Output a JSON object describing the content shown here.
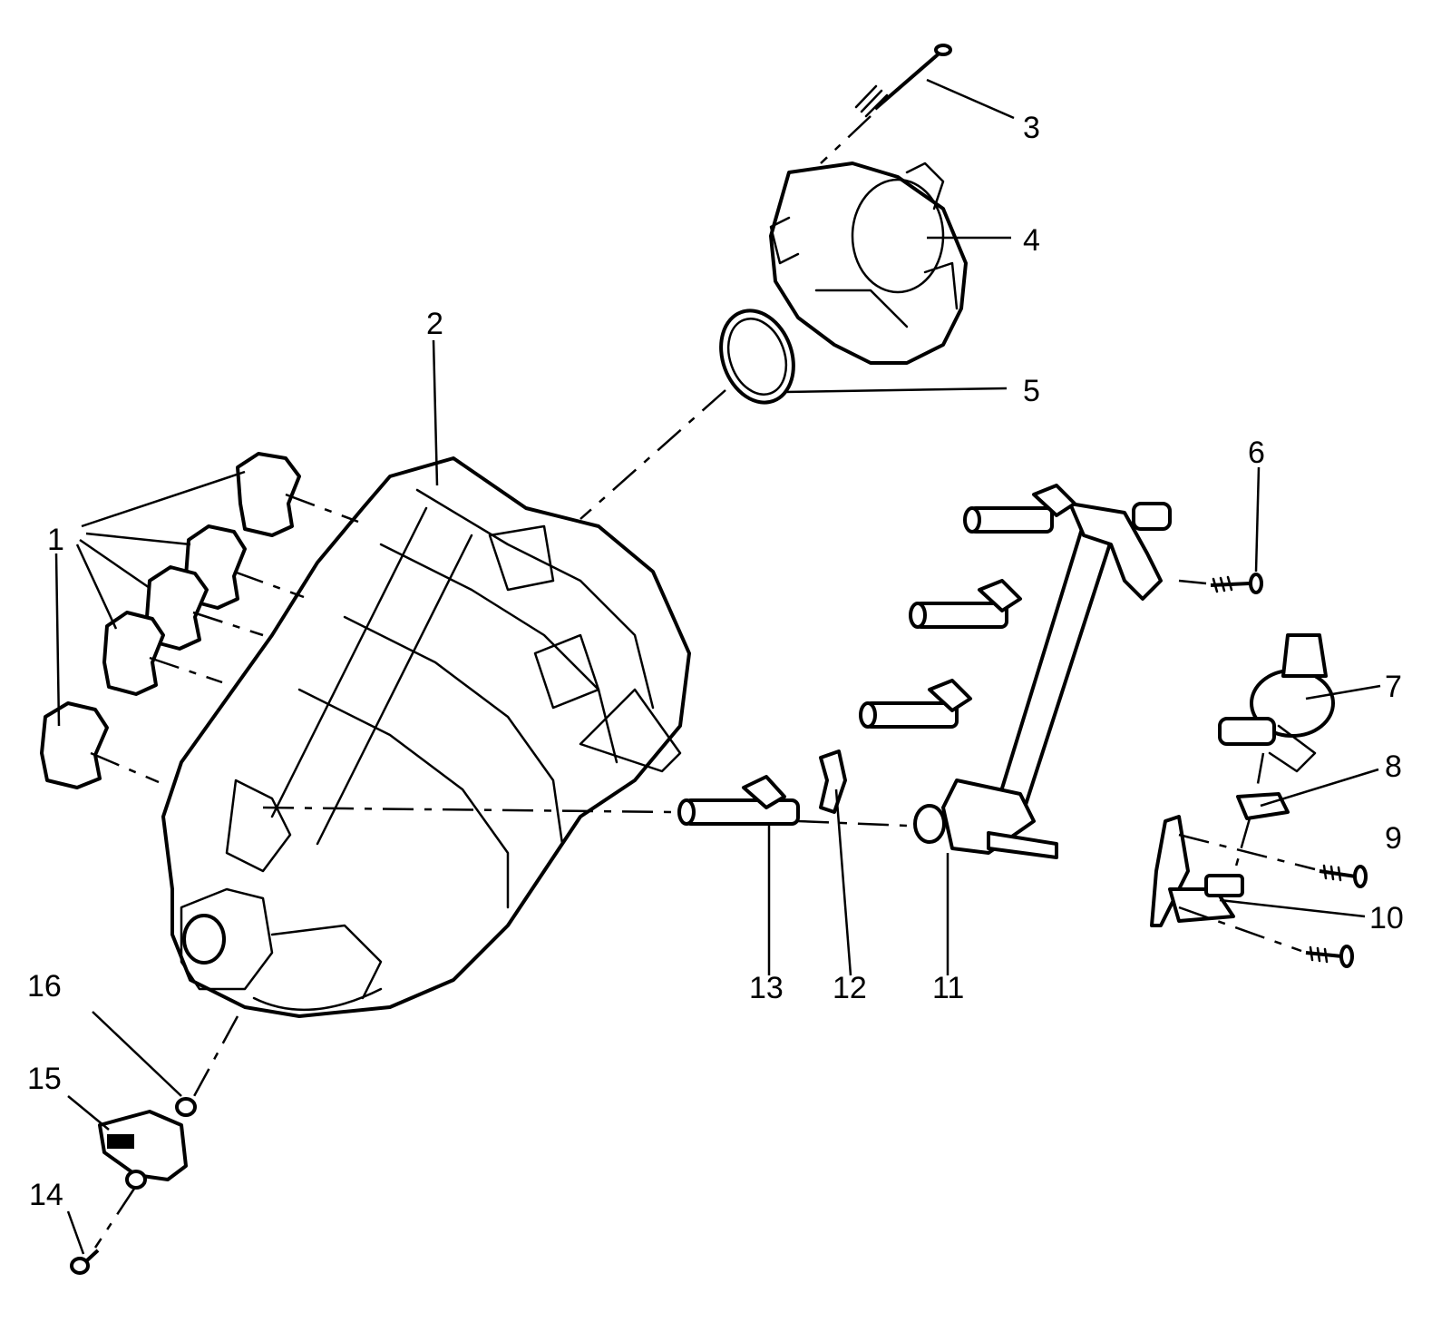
{
  "colors": {
    "ink": "#000000",
    "background": "#ffffff"
  },
  "callouts": [
    {
      "id": "1",
      "label": "1"
    },
    {
      "id": "2",
      "label": "2"
    },
    {
      "id": "3",
      "label": "3"
    },
    {
      "id": "4",
      "label": "4"
    },
    {
      "id": "5",
      "label": "5"
    },
    {
      "id": "6",
      "label": "6"
    },
    {
      "id": "7",
      "label": "7"
    },
    {
      "id": "8",
      "label": "8"
    },
    {
      "id": "9",
      "label": "9"
    },
    {
      "id": "10",
      "label": "10"
    },
    {
      "id": "11",
      "label": "11"
    },
    {
      "id": "12",
      "label": "12"
    },
    {
      "id": "13",
      "label": "13"
    },
    {
      "id": "14",
      "label": "14"
    },
    {
      "id": "15",
      "label": "15"
    },
    {
      "id": "16",
      "label": "16"
    }
  ]
}
